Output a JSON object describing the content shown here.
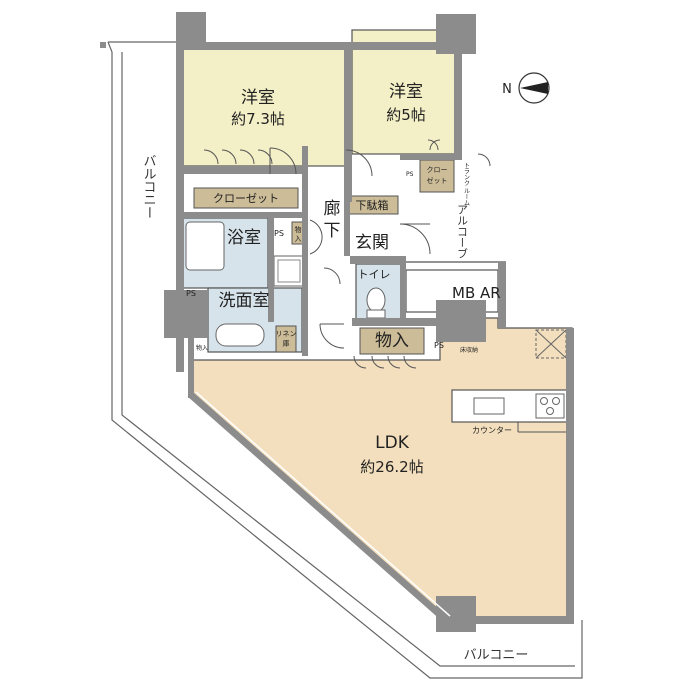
{
  "rooms": {
    "western_room_1": {
      "name": "洋室",
      "size": "約7.3帖"
    },
    "western_room_2": {
      "name": "洋室",
      "size": "約5帖"
    },
    "ldk": {
      "name": "LDK",
      "size": "約26.2帖"
    },
    "bathroom": {
      "name": "浴室"
    },
    "washroom": {
      "name": "洗面室"
    },
    "entrance": {
      "name": "玄関"
    },
    "corridor": {
      "line1": "廊",
      "line2": "下"
    },
    "toilet": {
      "name": "トイレ"
    },
    "storage": {
      "name": "物入"
    }
  },
  "labels": {
    "closet_main": "クローゼット",
    "closet_small_1": "クロー",
    "closet_small_2": "ゼット",
    "shoe_box": "下駄箱",
    "alcove": "アルコーブ",
    "mb_ar": "MB AR",
    "counter": "カウンター",
    "ps": "PS",
    "linen_1": "リネン",
    "linen_2": "庫",
    "mono_1": "物",
    "mono_2": "入",
    "trunk": "トランク ルーム",
    "balcony_side": "バルコニー",
    "balcony_bottom": "バルコニー",
    "north_letter": "N",
    "tiny_box": "物入",
    "shelf": "床収納"
  },
  "colors": {
    "wall": "#8c8c8c",
    "western": "#f3efc6",
    "ldk": "#f3dfbd",
    "wet": "#d6e3ea",
    "storage": "#ccbc97",
    "line": "#555555"
  }
}
